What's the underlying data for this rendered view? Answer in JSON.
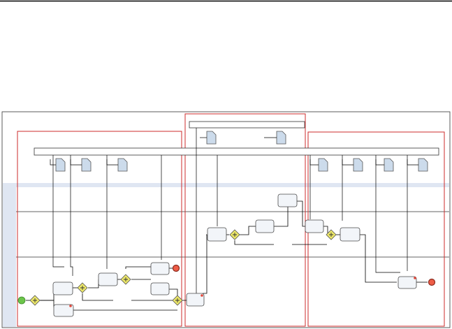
{
  "diagram": {
    "kind": "bpmn-process",
    "colors": {
      "frame": "#000000",
      "region_border": "#cc2b2b",
      "lane_band": "#dfe6f2",
      "task_fill": "#f2f5f9",
      "task_stroke": "#4a4a4a",
      "gateway_fill": "#ece76a",
      "start_event": "#6cc54a",
      "end_event": "#ee5d47",
      "marker": "#e2473a",
      "doc_fill": "#ccdbeb"
    },
    "regions": [
      "left",
      "center",
      "right"
    ],
    "documents": [
      "doc",
      "doc",
      "doc",
      "doc",
      "doc",
      "doc",
      "doc",
      "doc",
      "doc"
    ],
    "tasks": [
      "task",
      "task",
      "task",
      "task",
      "task",
      "task",
      "task",
      "task",
      "task",
      "task",
      "task",
      "task"
    ],
    "gateways": [
      "gateway",
      "gateway",
      "gateway",
      "gateway",
      "gateway",
      "gateway"
    ],
    "events": [
      "start",
      "end",
      "end"
    ]
  }
}
